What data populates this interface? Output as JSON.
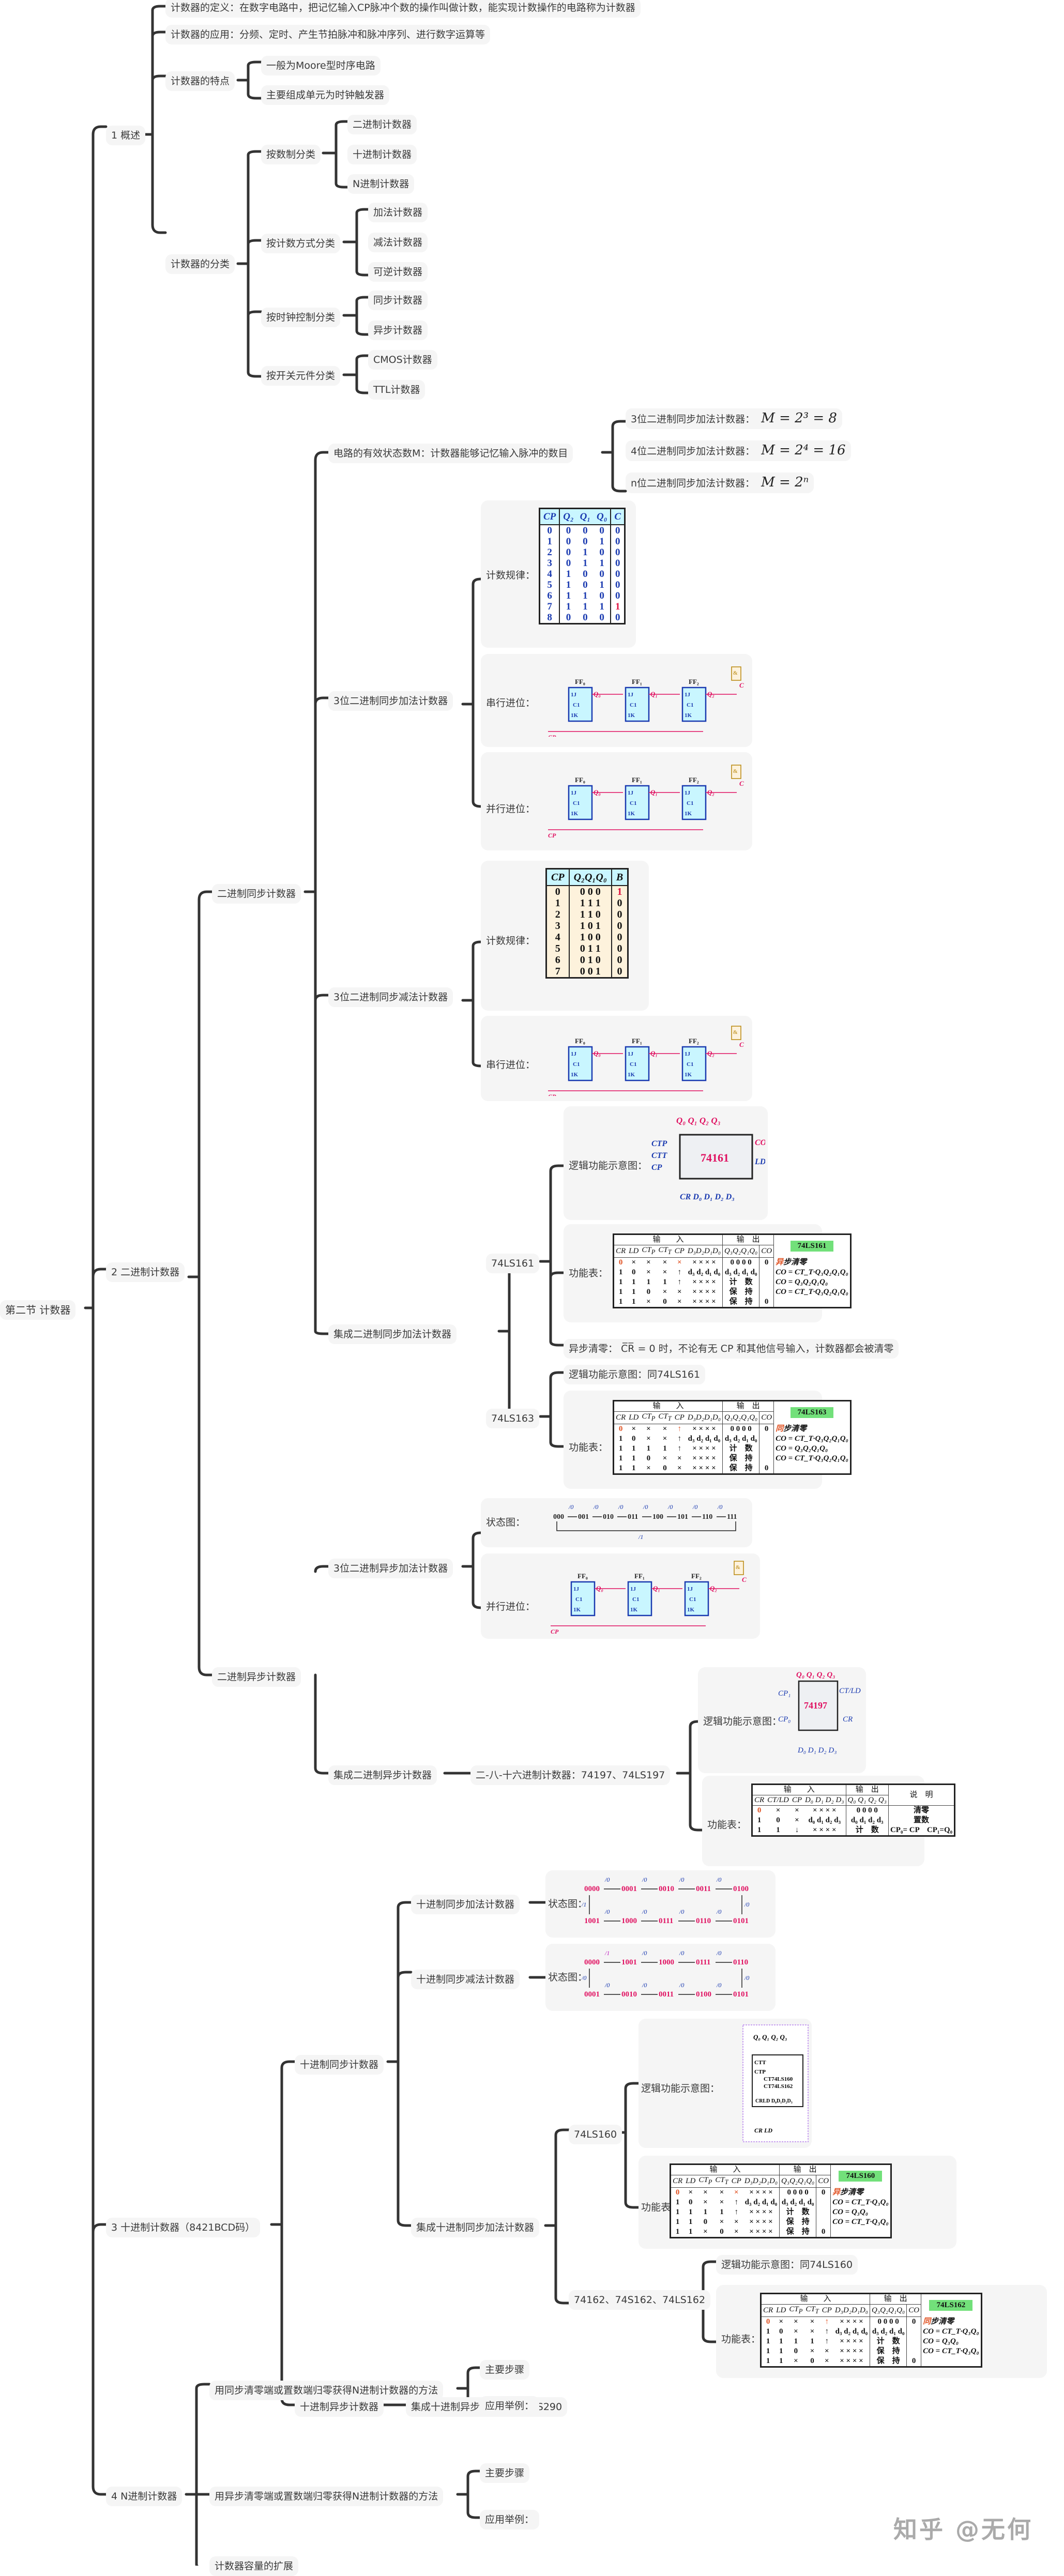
{
  "root": "第二节 计数器",
  "sections": {
    "s1": {
      "title": "1 概述",
      "definition": "计数器的定义：在数字电路中，把记忆输入CP脉冲个数的操作叫做计数，能实现计数操作的电路称为计数器",
      "application": "计数器的应用：分频、定时、产生节拍脉冲和脉冲序列、进行数字运算等",
      "features": {
        "label": "计数器的特点",
        "items": [
          "一般为Moore型时序电路",
          "主要组成单元为时钟触发器"
        ]
      },
      "classification": {
        "label": "计数器的分类",
        "groups": [
          {
            "label": "按数制分类",
            "items": [
              "二进制计数器",
              "十进制计数器",
              "N进制计数器"
            ]
          },
          {
            "label": "按计数方式分类",
            "items": [
              "加法计数器",
              "减法计数器",
              "可逆计数器"
            ]
          },
          {
            "label": "按时钟控制分类",
            "items": [
              "同步计数器",
              "异步计数器"
            ]
          },
          {
            "label": "按开关元件分类",
            "items": [
              "CMOS计数器",
              "TTL计数器"
            ]
          }
        ]
      }
    },
    "s2": {
      "title": "2 二进制计数器",
      "sync": {
        "label": "二进制同步计数器",
        "states": {
          "label": "电路的有效状态数M：计数器能够记忆输入脉冲的数目",
          "items": [
            {
              "label": "3位二进制同步加法计数器：",
              "formula": "M = 2³ = 8"
            },
            {
              "label": "4位二进制同步加法计数器：",
              "formula": "M = 2⁴ = 16"
            },
            {
              "label": "n位二进制同步加法计数器：",
              "formula": "M = 2ⁿ"
            }
          ]
        },
        "up3": {
          "label": "3位二进制同步加法计数器",
          "rule_label": "计数规律：",
          "table": {
            "headers": [
              "CP",
              "Q₂",
              "Q₁",
              "Q₀",
              "C"
            ],
            "rows": [
              [
                "0",
                "0",
                "0",
                "0",
                "0"
              ],
              [
                "1",
                "0",
                "0",
                "1",
                "0"
              ],
              [
                "2",
                "0",
                "1",
                "0",
                "0"
              ],
              [
                "3",
                "0",
                "1",
                "1",
                "0"
              ],
              [
                "4",
                "1",
                "0",
                "0",
                "0"
              ],
              [
                "5",
                "1",
                "0",
                "1",
                "0"
              ],
              [
                "6",
                "1",
                "1",
                "0",
                "0"
              ],
              [
                "7",
                "1",
                "1",
                "1",
                "1"
              ],
              [
                "8",
                "0",
                "0",
                "0",
                "0"
              ]
            ]
          },
          "serial_label": "串行进位：",
          "parallel_label": "并行进位："
        },
        "down3": {
          "label": "3位二进制同步减法计数器",
          "rule_label": "计数规律：",
          "table": {
            "headers": [
              "CP",
              "Q₂Q₁Q₀",
              "B"
            ],
            "rows": [
              [
                "0",
                "0 0 0",
                "1"
              ],
              [
                "1",
                "1 1 1",
                "0"
              ],
              [
                "2",
                "1 1 0",
                "0"
              ],
              [
                "3",
                "1 0 1",
                "0"
              ],
              [
                "4",
                "1 0 0",
                "0"
              ],
              [
                "5",
                "0 1 1",
                "0"
              ],
              [
                "6",
                "0 1 0",
                "0"
              ],
              [
                "7",
                "0 0 1",
                "0"
              ]
            ]
          },
          "serial_label": "串行进位："
        },
        "integrated": {
          "label": "集成二进制同步加法计数器",
          "ls161": {
            "label": "74LS161",
            "logic_label": "逻辑功能示意图：",
            "chip_name": "74161",
            "func_label": "功能表：",
            "badge": "74LS161",
            "header_in": "输　　入",
            "header_out": "输　出",
            "cols": "CR LD CTP CTT CP D3 D2 D1 D0 | Q3 Q2 Q1 Q0 CO",
            "rows": [
              [
                "0",
                "×",
                "×",
                "×",
                "×",
                "× × × ×",
                "0 0 0 0",
                "0"
              ],
              [
                "1",
                "0",
                "×",
                "×",
                "↑",
                "d₃ d₂ d₁ d₀",
                "d₃ d₂ d₁ d₀",
                ""
              ],
              [
                "1",
                "1",
                "1",
                "1",
                "↑",
                "× × × ×",
                "计　数",
                ""
              ],
              [
                "1",
                "1",
                "0",
                "×",
                "×",
                "× × × ×",
                "保　持",
                ""
              ],
              [
                "1",
                "1",
                "×",
                "0",
                "×",
                "× × × ×",
                "保　持",
                "0"
              ]
            ],
            "notes": [
              "异步清零",
              "CO = CT_T·Q₃Q₂Q₁Q₀",
              "CO = Q₃Q₂Q₁Q₀",
              "CO = CT_T·Q₃Q₂Q₁Q₀"
            ],
            "async_clear": "异步清零：  C̅R̅ = 0 时，不论有无 CP 和其他信号输入，计数器都会被清零"
          },
          "ls163": {
            "label": "74LS163",
            "logic_label": "逻辑功能示意图：同74LS161",
            "func_label": "功能表：",
            "badge": "74LS163",
            "rows": [
              [
                "0",
                "×",
                "×",
                "×",
                "↑",
                "× × × ×",
                "0 0 0 0",
                "0"
              ],
              [
                "1",
                "0",
                "×",
                "×",
                "↑",
                "d₃ d₂ d₁ d₀",
                "d₃ d₂ d₁ d₀",
                ""
              ],
              [
                "1",
                "1",
                "1",
                "1",
                "↑",
                "× × × ×",
                "计　数",
                ""
              ],
              [
                "1",
                "1",
                "0",
                "×",
                "×",
                "× × × ×",
                "保　持",
                ""
              ],
              [
                "1",
                "1",
                "×",
                "0",
                "×",
                "× × × ×",
                "保　持",
                "0"
              ]
            ],
            "notes": [
              "同步清零",
              "CO = CT_T·Q₃Q₂Q₁Q₀",
              "CO = Q₃Q₂Q₁Q₀",
              "CO = CT_T·Q₃Q₂Q₁Q₀"
            ]
          }
        }
      },
      "async": {
        "label": "二进制异步计数器",
        "up3": {
          "label": "3位二进制异步加法计数器",
          "state_label": "状态图：",
          "states": [
            "000",
            "001",
            "010",
            "011",
            "100",
            "101",
            "110",
            "111"
          ],
          "outputs": [
            "/0",
            "/0",
            "/0",
            "/0",
            "/0",
            "/0",
            "/0"
          ],
          "return_output": "/1",
          "parallel_label": "并行进位："
        },
        "integrated": {
          "label": "集成二进制异步计数器",
          "chip_label": "二-八-十六进制计数器：74197、74LS197",
          "logic_label": "逻辑功能示意图：",
          "chip_name": "74197",
          "func_label": "功能表：",
          "header_in": "输　　入",
          "header_out": "输　出",
          "header_note": "说　明",
          "rows": [
            [
              "0",
              "×",
              "×",
              "× × × ×",
              "0 0 0 0",
              "清零"
            ],
            [
              "1",
              "0",
              "×",
              "d₀ d₁ d₂ d₃",
              "d₀ d₁ d₂ d₃",
              "置数"
            ],
            [
              "1",
              "1",
              "↓",
              "× × × ×",
              "计　数",
              "CP₀= CP　CP₁=Q₀"
            ]
          ]
        }
      }
    },
    "s3": {
      "title": "3 十进制计数器（8421BCD码）",
      "sync": {
        "label": "十进制同步计数器",
        "up": {
          "label": "十进制同步加法计数器",
          "state_label": "状态图：",
          "top": [
            "0000",
            "0001",
            "0010",
            "0011",
            "0100"
          ],
          "bottom": [
            "1001",
            "1000",
            "0111",
            "0110",
            "0101"
          ]
        },
        "down": {
          "label": "十进制同步减法计数器",
          "state_label": "状态图：",
          "top": [
            "0000",
            "1001",
            "1000",
            "0111",
            "0110"
          ],
          "bottom": [
            "0001",
            "0010",
            "0011",
            "0100",
            "0101"
          ]
        },
        "integrated": {
          "label": "集成十进制同步加法计数器",
          "ls160": {
            "label": "74LS160",
            "logic_label": "逻辑功能示意图：",
            "chip_lines": [
              "CT74LS160",
              "CT74LS162"
            ],
            "func_label": "功能表：",
            "badge": "74LS160",
            "rows": [
              [
                "0",
                "×",
                "×",
                "×",
                "×",
                "× × × ×",
                "0 0 0 0",
                "0"
              ],
              [
                "1",
                "0",
                "×",
                "×",
                "↑",
                "d₃ d₂ d₁ d₀",
                "d₃ d₂ d₁ d₀",
                ""
              ],
              [
                "1",
                "1",
                "1",
                "1",
                "↑",
                "× × × ×",
                "计　数",
                ""
              ],
              [
                "1",
                "1",
                "0",
                "×",
                "×",
                "× × × ×",
                "保　持",
                ""
              ],
              [
                "1",
                "1",
                "×",
                "0",
                "×",
                "× × × ×",
                "保　持",
                "0"
              ]
            ],
            "notes": [
              "异步清零",
              "CO = CT_T·Q₃Q₀",
              "CO = Q₃Q₀",
              "CO = CT_T·Q₃Q₀"
            ]
          },
          "ls162": {
            "label": "74162、74S162、74LS162",
            "logic_label": "逻辑功能示意图：同74LS160",
            "func_label": "功能表：",
            "badge": "74LS162",
            "rows": [
              [
                "0",
                "×",
                "×",
                "×",
                "↑",
                "× × × ×",
                "0 0 0 0",
                "0"
              ],
              [
                "1",
                "0",
                "×",
                "×",
                "↑",
                "d₃ d₂ d₁ d₀",
                "d₃ d₂ d₁ d₀",
                ""
              ],
              [
                "1",
                "1",
                "1",
                "1",
                "↑",
                "× × × ×",
                "计　数",
                ""
              ],
              [
                "1",
                "1",
                "0",
                "×",
                "×",
                "× × × ×",
                "保　持",
                ""
              ],
              [
                "1",
                "1",
                "×",
                "0",
                "×",
                "× × × ×",
                "保　持",
                "0"
              ]
            ],
            "notes": [
              "同步清零",
              "CO = CT_T·Q₃Q₀",
              "CO = Q₃Q₀",
              "CO = CT_T·Q₃Q₀"
            ]
          }
        }
      },
      "async": {
        "label": "十进制异步计数器",
        "child": "集成十进制异步计数器：74LS290"
      }
    },
    "s4": {
      "title": "4 N进制计数器",
      "m1": {
        "label": "用同步清零端或置数端归零获得N进制计数器的方法",
        "items": [
          "主要步骤",
          "应用举例："
        ]
      },
      "m2": {
        "label": "用异步清零端或置数端归零获得N进制计数器的方法",
        "items": [
          "主要步骤",
          "应用举例："
        ]
      },
      "m3": "计数器容量的扩展"
    }
  },
  "watermark": "知乎 @无何"
}
